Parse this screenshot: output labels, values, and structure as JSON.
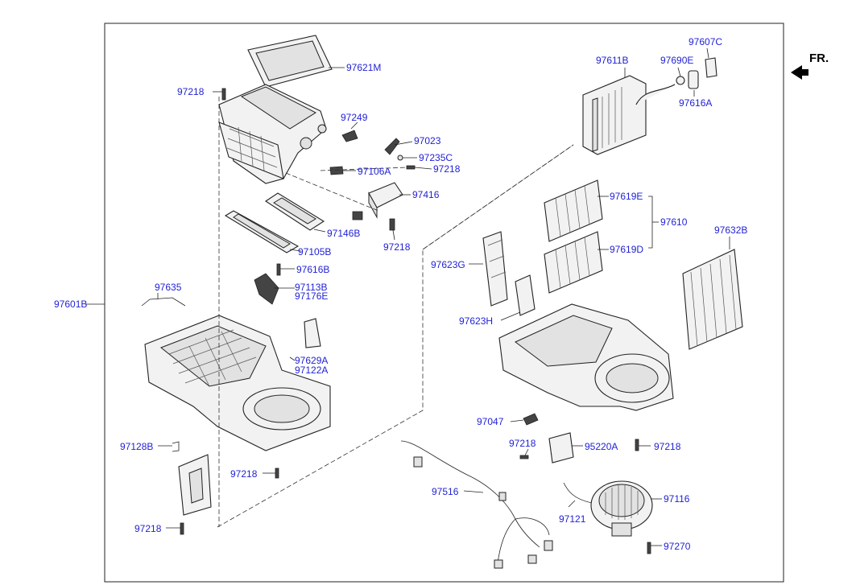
{
  "direction_label": "FR.",
  "callouts": [
    "97621M",
    "97218",
    "97249",
    "97023",
    "97235C",
    "97218",
    "97106A",
    "97416",
    "97146B",
    "97218",
    "97105B",
    "97616B",
    "97113B",
    "97176E",
    "97635",
    "97601B",
    "97629A",
    "97122A",
    "97128B",
    "97218",
    "97218",
    "97611B",
    "97690E",
    "97607C",
    "97616A",
    "97619E",
    "97610",
    "97619D",
    "97632B",
    "97623G",
    "97623H",
    "97047",
    "97218",
    "95220A",
    "97218",
    "97516",
    "97116",
    "97121",
    "97270"
  ]
}
